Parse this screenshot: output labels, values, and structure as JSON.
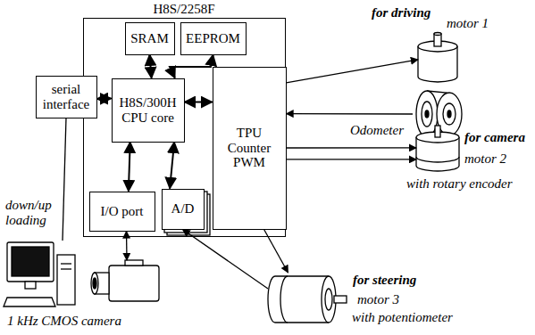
{
  "diagram": {
    "nodes": [
      {
        "text": [
          "H8S/2258F"
        ]
      },
      {
        "text": [
          "SRAM"
        ],
        "in": 0
      },
      {
        "text": [
          "EEPROM"
        ],
        "in": 0
      },
      {
        "text": [
          "serial interface"
        ],
        "in": 0
      },
      {
        "text": [
          "H8S/300H CPU core"
        ],
        "in": 0
      },
      {
        "text": [
          "TPU Counter PWM"
        ],
        "in": 0
      },
      {
        "text": [
          "I/O port"
        ],
        "in": 0
      },
      {
        "text": [
          "A/D"
        ],
        "in": 0
      },
      {
        "text": [
          "for driving",
          "motor 1"
        ]
      },
      {
        "text": [
          "Odometer"
        ]
      },
      {
        "text": [
          "for camera",
          "motor 2",
          "with rotary encoder"
        ]
      },
      {
        "text": [
          "for steering",
          "motor 3",
          "with potentiometer"
        ]
      },
      {
        "text": [
          "down/up loading"
        ]
      },
      {
        "text": [
          "1 kHz CMOS camera"
        ]
      }
    ],
    "edges": [
      {
        "from": 4,
        "to": 1,
        "arrow": "both"
      },
      {
        "from": 4,
        "to": 2,
        "arrow": "both"
      },
      {
        "from": 3,
        "to": 4,
        "arrow": "both"
      },
      {
        "from": 4,
        "to": 5,
        "arrow": "both"
      },
      {
        "from": 6,
        "to": 4,
        "arrow": "both"
      },
      {
        "from": 7,
        "to": 4,
        "arrow": "both"
      },
      {
        "from": 3,
        "to": 12,
        "arrow": "none"
      },
      {
        "from": 13,
        "to": 6,
        "arrow": "both"
      },
      {
        "from": 5,
        "to": 8,
        "arrow": "to"
      },
      {
        "from": 9,
        "to": 5,
        "arrow": "to"
      },
      {
        "from": 5,
        "to": 10,
        "arrow": "to"
      },
      {
        "from": 5,
        "to": 10,
        "arrow": "to"
      },
      {
        "from": 5,
        "to": 11,
        "arrow": "to"
      },
      {
        "from": 11,
        "to": 7,
        "arrow": "to"
      }
    ]
  }
}
